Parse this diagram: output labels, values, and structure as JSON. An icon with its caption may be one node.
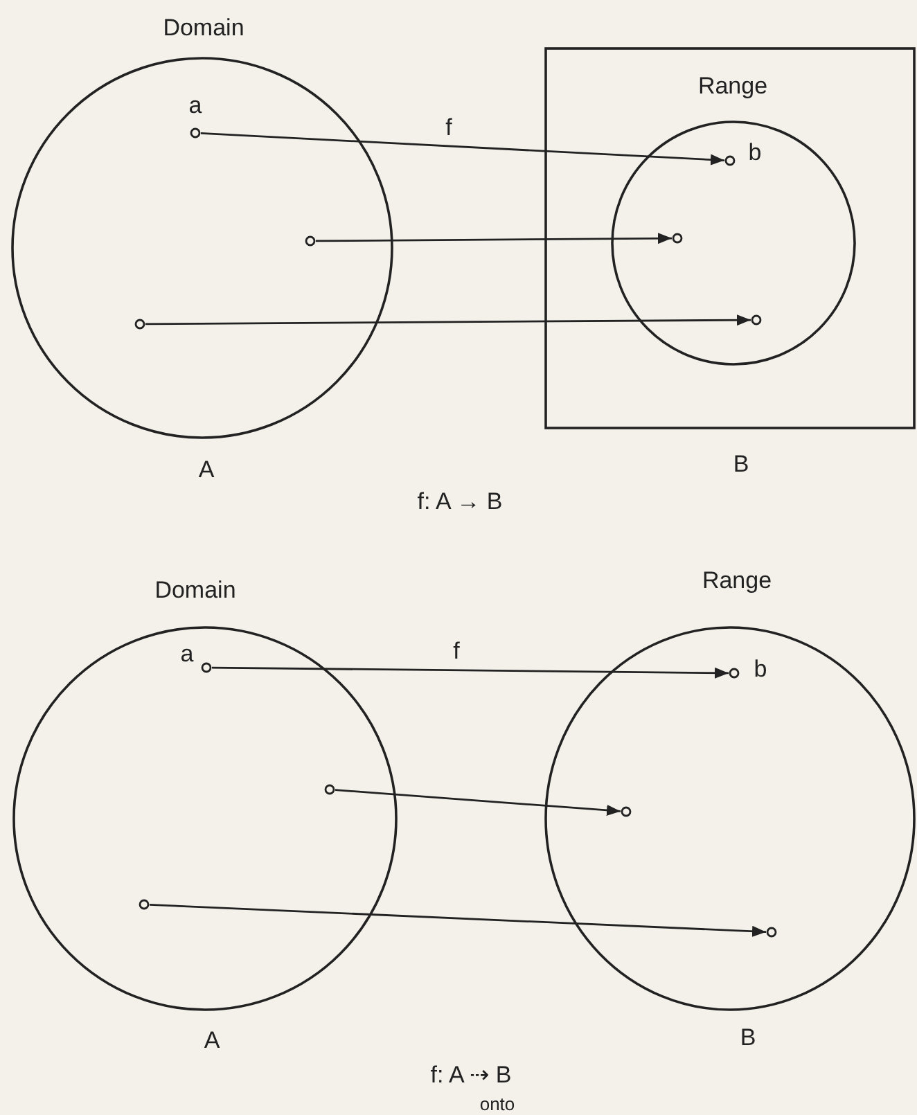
{
  "diagram": {
    "nodes": [
      {
        "text": [
          "Domain"
        ],
        "beside": [
          "A"
        ]
      },
      {
        "text": [],
        "shape": "circle",
        "in": 0,
        "beside": [
          "a"
        ]
      },
      {
        "text": [],
        "shape": "circle",
        "in": 0
      },
      {
        "text": [],
        "shape": "circle",
        "in": 0
      },
      {
        "text": [
          "Range"
        ],
        "beside": [
          "B"
        ]
      },
      {
        "text": [],
        "shape": "circle",
        "in": 4
      },
      {
        "text": [],
        "shape": "circle",
        "in": 5,
        "beside": [
          "b"
        ]
      },
      {
        "text": [],
        "shape": "circle",
        "in": 5
      },
      {
        "text": [],
        "shape": "circle",
        "in": 5
      },
      {
        "text": [
          "Domain"
        ],
        "beside": [
          "A"
        ]
      },
      {
        "text": [],
        "shape": "circle",
        "in": 9,
        "beside": [
          "a"
        ]
      },
      {
        "text": [],
        "shape": "circle",
        "in": 9
      },
      {
        "text": [],
        "shape": "circle",
        "in": 9
      },
      {
        "text": [
          "Range"
        ],
        "beside": [
          "B"
        ]
      },
      {
        "text": [],
        "shape": "circle",
        "in": 13,
        "beside": [
          "b"
        ]
      },
      {
        "text": [],
        "shape": "circle",
        "in": 13
      },
      {
        "text": [],
        "shape": "circle",
        "in": 13
      }
    ],
    "edges": [
      {
        "from": 1,
        "to": 6,
        "arrow": "to",
        "label": "f"
      },
      {
        "from": 2,
        "to": 7,
        "arrow": "to"
      },
      {
        "from": 3,
        "to": 8,
        "arrow": "to"
      },
      {
        "from": 10,
        "to": 14,
        "arrow": "to",
        "label": "f"
      },
      {
        "from": 11,
        "to": 15,
        "arrow": "to"
      },
      {
        "from": 12,
        "to": 16,
        "arrow": "to"
      }
    ],
    "labels": [
      "f: A → B",
      "f: A ⇢ B",
      "onto"
    ]
  }
}
